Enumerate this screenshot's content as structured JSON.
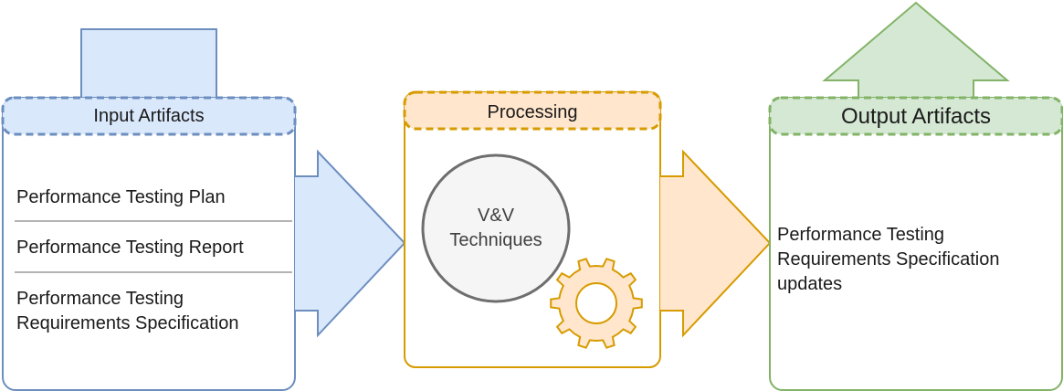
{
  "input": {
    "title": "Input Artifacts",
    "items": [
      "Performance Testing Plan",
      "Performance Testing Report",
      "Performance Testing Requirements Specification"
    ],
    "color": "#6c8ebf",
    "fill": "#dae8fc"
  },
  "processing": {
    "title": "Processing",
    "technique": "V&V Techniques",
    "color": "#d79b00",
    "fill": "#ffe6cc"
  },
  "output": {
    "title": "Output Artifacts",
    "text": "Performance Testing Requirements Specification updates",
    "color": "#82b366",
    "fill": "#d5e8d4"
  }
}
